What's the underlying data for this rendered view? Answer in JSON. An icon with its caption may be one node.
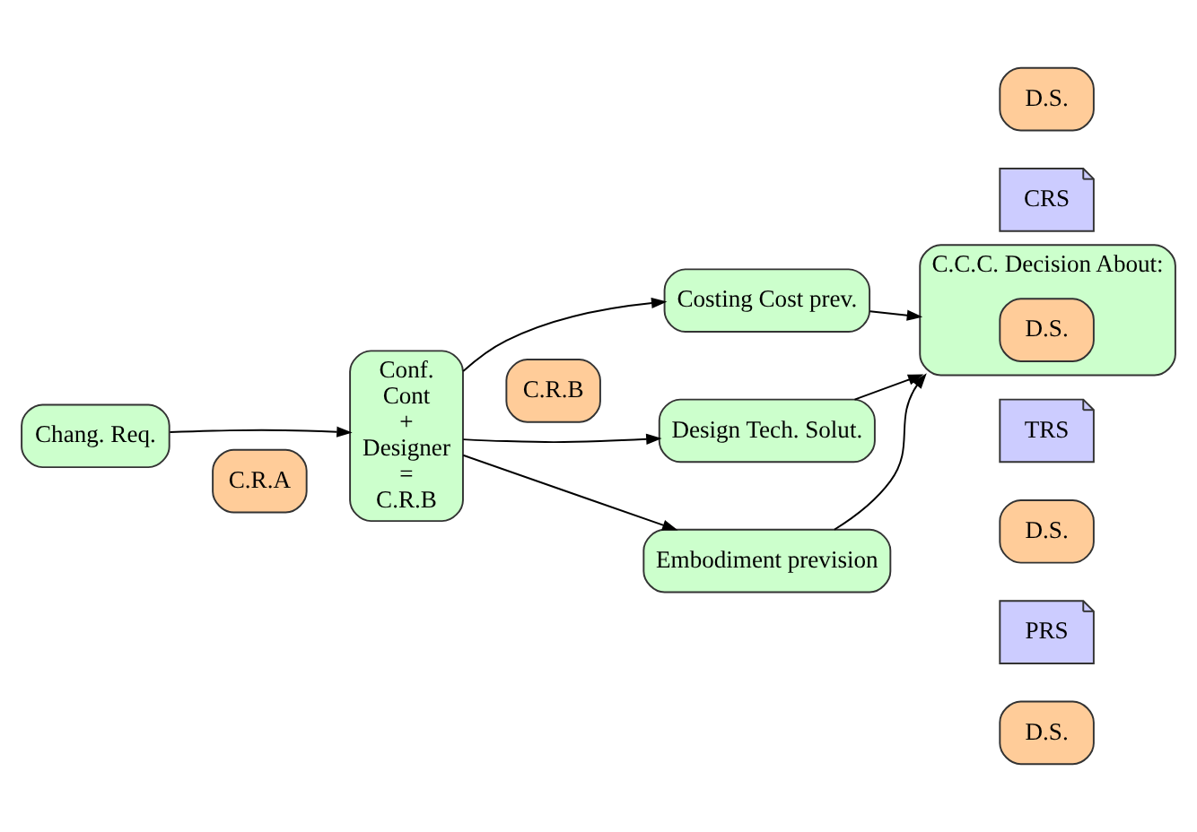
{
  "diagram": {
    "nodes": [
      {
        "text": [
          "Chang. Req."
        ]
      },
      {
        "text": [
          "C.R.A"
        ]
      },
      {
        "text": [
          "Conf. Cont + Designer = C.R.B"
        ]
      },
      {
        "text": [
          "C.R.B"
        ]
      },
      {
        "text": [
          "Costing Cost prev."
        ]
      },
      {
        "text": [
          "CRS"
        ]
      },
      {
        "text": [
          "D.S."
        ]
      },
      {
        "text": [
          "Design Tech. Solut."
        ]
      },
      {
        "text": [
          "D.S."
        ]
      },
      {
        "text": [
          "TRS"
        ]
      },
      {
        "text": [
          "Embodiment prevision"
        ]
      },
      {
        "text": [
          "D.S."
        ]
      },
      {
        "text": [
          "PRS"
        ]
      },
      {
        "text": [
          "C.C.C. Decision About:"
        ]
      },
      {
        "text": [
          "D.S."
        ],
        "in": 13
      }
    ],
    "edges": [
      {
        "from": 0,
        "to": 2,
        "arrow": "to"
      },
      {
        "from": 2,
        "to": 4,
        "arrow": "to"
      },
      {
        "from": 2,
        "to": 7,
        "arrow": "to"
      },
      {
        "from": 2,
        "to": 10,
        "arrow": "to"
      },
      {
        "from": 4,
        "to": 13,
        "arrow": "to"
      },
      {
        "from": 7,
        "to": 13,
        "arrow": "to"
      },
      {
        "from": 10,
        "to": 13,
        "arrow": "to"
      }
    ]
  }
}
